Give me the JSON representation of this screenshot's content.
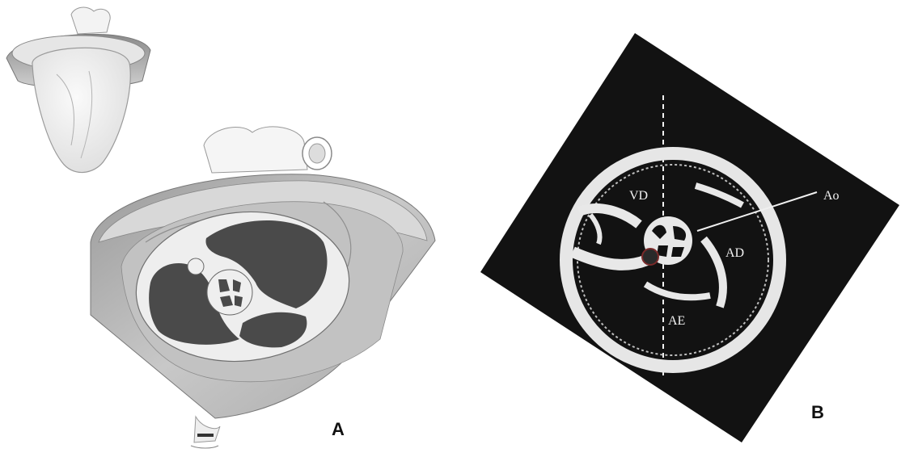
{
  "panels": {
    "a": {
      "label": "A"
    },
    "b": {
      "label": "B"
    }
  },
  "labels": {
    "vd": "VD",
    "ao": "Ao",
    "ad": "AD",
    "ae": "AE"
  },
  "colors": {
    "background": "#ffffff",
    "tissue_dark": "#4a4a4a",
    "tissue_light": "#ececec",
    "cone_gray": "#bdbdbd",
    "scan_black": "#121212",
    "scan_wall": "#e8e8e8"
  }
}
